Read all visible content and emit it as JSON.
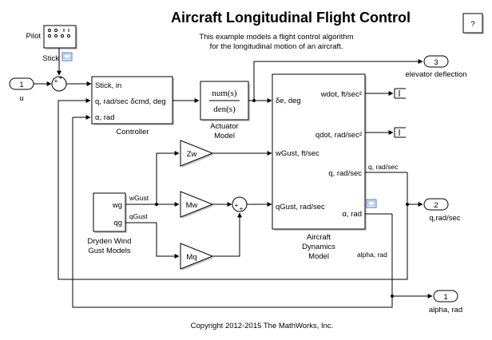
{
  "title": "Aircraft Longitudinal Flight Control",
  "description": {
    "line1": "This example models a flight control algorithm",
    "line2": "for the longitudinal motion of an aircraft."
  },
  "help_button": "?",
  "blocks": {
    "pilot": {
      "label": "Pilot"
    },
    "stick_scope": {
      "label": "Stick"
    },
    "inport_u": {
      "number": "1",
      "label": "u"
    },
    "controller": {
      "label": "Controller",
      "ports": [
        "Stick, in",
        "q, rad/sec δcmd, deg",
        "α, rad"
      ]
    },
    "actuator": {
      "num": "num(s)",
      "den": "den(s)",
      "label1": "Actuator",
      "label2": "Model"
    },
    "aircraft": {
      "label1": "Aircraft",
      "label2": "Dynamics",
      "label3": "Model",
      "in_ports": [
        "δe, deg",
        "wGust, ft/sec",
        "qGust, rad/sec"
      ],
      "out_ports": [
        "wdot, ft/sec²",
        "qdot, rad/sec²",
        "q, rad/sec",
        "α, rad"
      ]
    },
    "zw": {
      "label": "Zw"
    },
    "mw": {
      "label": "Mw"
    },
    "mq": {
      "label": "Mq"
    },
    "dryden": {
      "label1": "Dryden Wind",
      "label2": "Gust Models",
      "ports": [
        "wg",
        "qg"
      ]
    },
    "out_elevator": {
      "number": "3",
      "label": "elevator deflection"
    },
    "out_q": {
      "number": "2",
      "label": "q,rad/sec"
    },
    "out_alpha": {
      "number": "1",
      "label": "alpha, rad"
    }
  },
  "signals": {
    "wgust": "wGust",
    "qgust": "qGust",
    "q": "q, rad/sec",
    "alpha": "alpha, rad"
  },
  "copyright": "Copyright 2012-2015 The MathWorks, Inc."
}
